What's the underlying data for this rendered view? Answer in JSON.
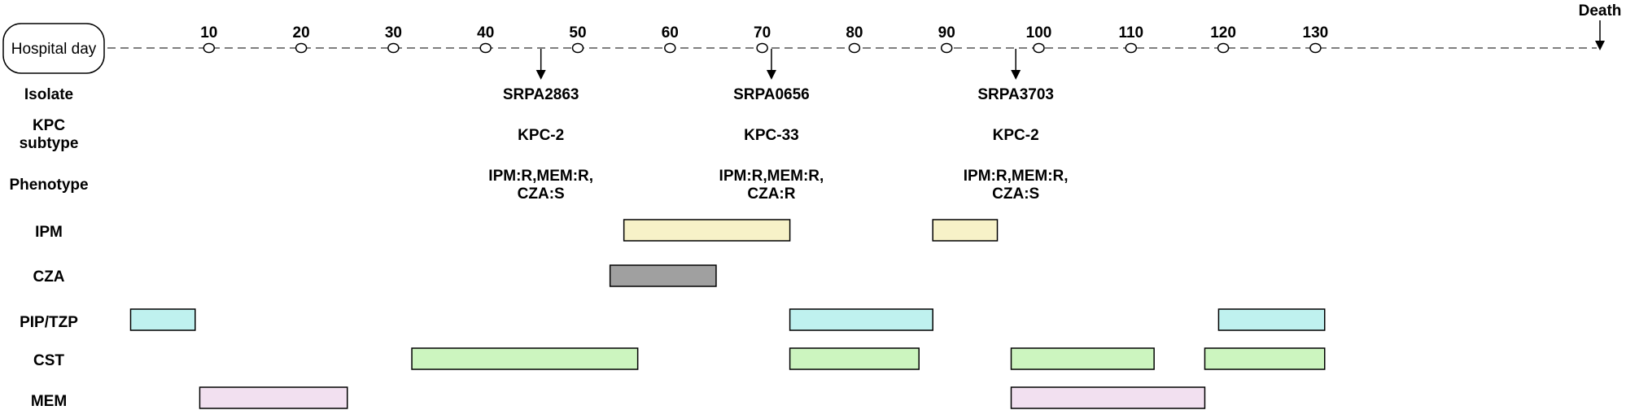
{
  "timeline": {
    "start_label": "Hospital day",
    "end_label": "Death",
    "ticks": [
      "10",
      "20",
      "30",
      "40",
      "50",
      "60",
      "70",
      "80",
      "90",
      "100",
      "110",
      "120",
      "130"
    ]
  },
  "rows": {
    "isolate": "Isolate",
    "kpc_line1": "KPC",
    "kpc_line2": "subtype",
    "phenotype": "Phenotype",
    "ipm": "IPM",
    "cza": "CZA",
    "pip": "PIP/TZP",
    "cst": "CST",
    "mem": "MEM"
  },
  "isolates": [
    {
      "day": 46,
      "name": "SRPA2863",
      "kpc": "KPC-2",
      "pheno1": "IPM:R,MEM:R,",
      "pheno2": "CZA:S"
    },
    {
      "day": 71,
      "name": "SRPA0656",
      "kpc": "KPC-33",
      "pheno1": "IPM:R,MEM:R,",
      "pheno2": "CZA:R"
    },
    {
      "day": 97.5,
      "name": "SRPA3703",
      "kpc": "KPC-2",
      "pheno1": "IPM:R,MEM:R,",
      "pheno2": "CZA:S"
    }
  ],
  "therapies": [
    {
      "drug": "IPM",
      "color": "#f7f2c8",
      "periods": [
        [
          55,
          73
        ],
        [
          88.5,
          95.5
        ]
      ]
    },
    {
      "drug": "CZA",
      "color": "#a0a0a0",
      "periods": [
        [
          53.5,
          65
        ]
      ]
    },
    {
      "drug": "PIP/TZP",
      "color": "#bff1ef",
      "periods": [
        [
          1.5,
          8.5
        ],
        [
          73,
          88.5
        ],
        [
          119.5,
          131
        ]
      ]
    },
    {
      "drug": "CST",
      "color": "#ccf5bf",
      "periods": [
        [
          32,
          56.5
        ],
        [
          73,
          87
        ],
        [
          97,
          112.5
        ],
        [
          118,
          131
        ]
      ]
    },
    {
      "drug": "MEM",
      "color": "#f2e0f0",
      "periods": [
        [
          9,
          25
        ],
        [
          97,
          118
        ]
      ]
    }
  ]
}
